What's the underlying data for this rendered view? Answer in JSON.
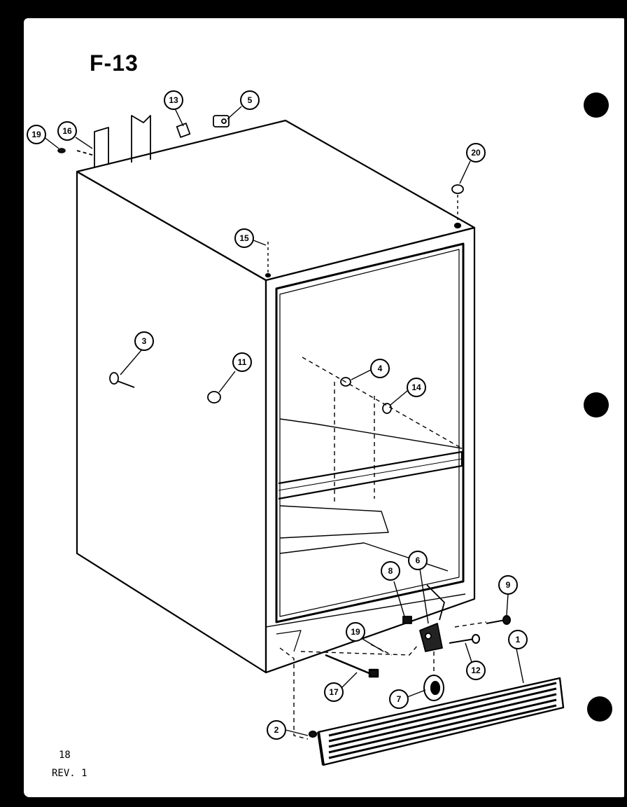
{
  "title": "F-13",
  "footer": {
    "page": "18",
    "revision": "REV. 1"
  },
  "callouts": [
    {
      "id": "13",
      "label": "13"
    },
    {
      "id": "5",
      "label": "5"
    },
    {
      "id": "19-top",
      "label": "19"
    },
    {
      "id": "16",
      "label": "16"
    },
    {
      "id": "20",
      "label": "20"
    },
    {
      "id": "15",
      "label": "15"
    },
    {
      "id": "3",
      "label": "3"
    },
    {
      "id": "11",
      "label": "11"
    },
    {
      "id": "4",
      "label": "4"
    },
    {
      "id": "14",
      "label": "14"
    },
    {
      "id": "8",
      "label": "8"
    },
    {
      "id": "6",
      "label": "6"
    },
    {
      "id": "9",
      "label": "9"
    },
    {
      "id": "19-bottom",
      "label": "19"
    },
    {
      "id": "1",
      "label": "1"
    },
    {
      "id": "12",
      "label": "12"
    },
    {
      "id": "17",
      "label": "17"
    },
    {
      "id": "7",
      "label": "7"
    },
    {
      "id": "2",
      "label": "2"
    }
  ],
  "colors": {
    "background": "#000000",
    "paper": "#ffffff",
    "ink": "#000000"
  }
}
